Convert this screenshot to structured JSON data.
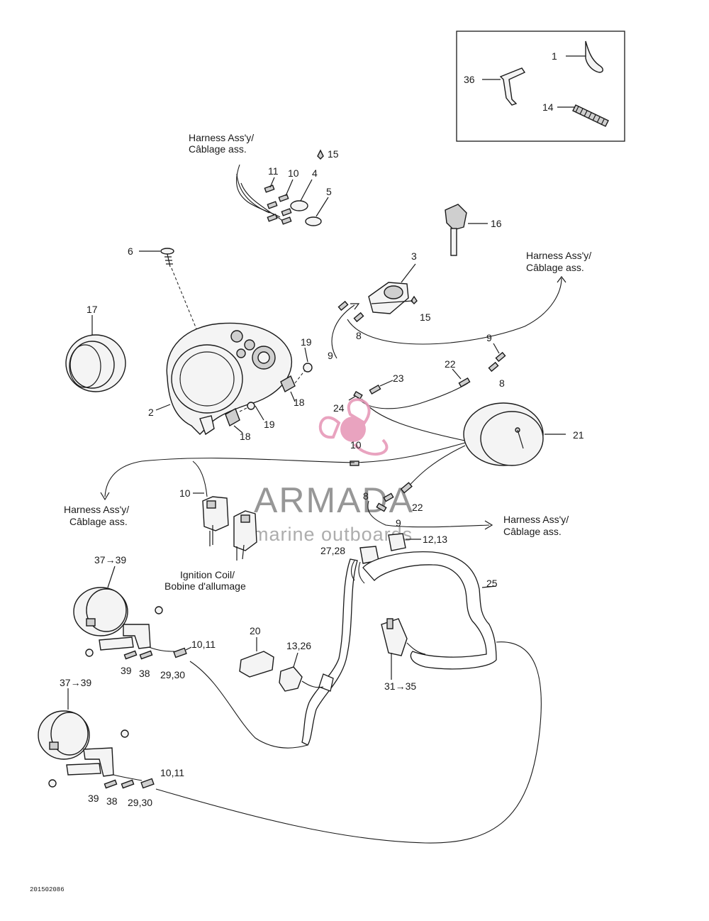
{
  "labels": {
    "l1": "1",
    "l36": "36",
    "l14": "14",
    "l15a": "15",
    "l11": "11",
    "l10a": "10",
    "l4": "4",
    "l5": "5",
    "l16": "16",
    "l6": "6",
    "l3": "3",
    "l15b": "15",
    "l17": "17",
    "l8a": "8",
    "l9a": "9",
    "l19a": "19",
    "l9b": "9",
    "l8b": "8",
    "l22a": "22",
    "l23": "23",
    "l18a": "18",
    "l2": "2",
    "l24": "24",
    "l19b": "19",
    "l18b": "18",
    "l21": "21",
    "l10b": "10",
    "l10c": "10",
    "l8c": "8",
    "l22b": "22",
    "l9c": "9",
    "l1213": "12,13",
    "l2728": "27,28",
    "l3739a": "37→39",
    "l25": "25",
    "l20": "20",
    "l1326": "13,26",
    "l1011a": "10,11",
    "l39a": "39",
    "l38a": "38",
    "l2930a": "29,30",
    "l3135": "31→35",
    "l3739b": "37→39",
    "l1011b": "10,11",
    "l39b": "39",
    "l38b": "38",
    "l2930b": "29,30"
  },
  "harness": {
    "top": [
      "Harness Ass'y/",
      "Câblage ass."
    ],
    "right_upper": [
      "Harness Ass'y/",
      "Câblage ass."
    ],
    "left": [
      "Harness Ass'y/",
      "Câblage ass."
    ],
    "right_lower": [
      "Harness Ass'y/",
      "Câblage ass."
    ]
  },
  "ignition_coil": [
    "Ignition Coil/",
    "Bobine d'allumage"
  ],
  "watermark": {
    "brand": "ARMADA",
    "sub": "marine outboards",
    "color": "#e79ab9"
  },
  "figure_code": "201502086"
}
